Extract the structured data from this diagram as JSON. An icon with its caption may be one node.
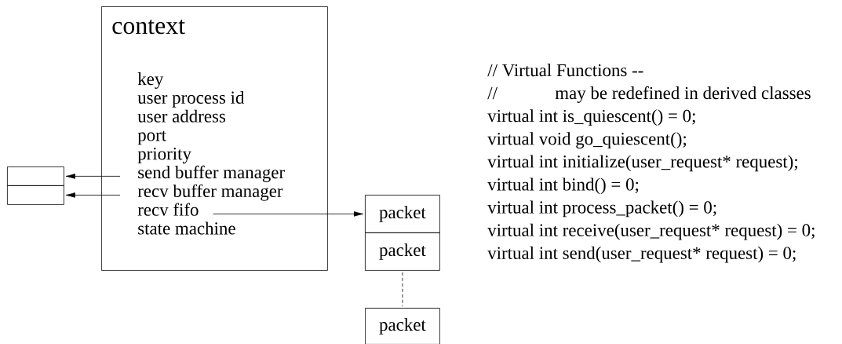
{
  "diagram": {
    "nodes": [
      {
        "text": [
          "context"
        ]
      },
      {
        "text": [
          "key"
        ],
        "in": 0
      },
      {
        "text": [
          "user process id"
        ],
        "in": 0
      },
      {
        "text": [
          "user address"
        ],
        "in": 0
      },
      {
        "text": [
          "port"
        ],
        "in": 0
      },
      {
        "text": [
          "priority"
        ],
        "in": 0
      },
      {
        "text": [
          "send buffer manager"
        ],
        "in": 0
      },
      {
        "text": [
          "recv buffer manager"
        ],
        "in": 0
      },
      {
        "text": [
          "recv fifo"
        ],
        "in": 0
      },
      {
        "text": [
          "state machine"
        ],
        "in": 0
      },
      {
        "text": [],
        "shape": "box"
      },
      {
        "text": [],
        "shape": "box"
      },
      {
        "text": [
          "packet"
        ]
      },
      {
        "text": [
          "packet"
        ]
      },
      {
        "text": [
          "packet"
        ]
      }
    ],
    "edges": [
      {
        "from": 6,
        "to": 10,
        "arrow": "to"
      },
      {
        "from": 7,
        "to": 11,
        "arrow": "to"
      },
      {
        "from": 8,
        "to": 12,
        "arrow": "to"
      },
      {
        "from": 13,
        "to": 14,
        "arrow": "none",
        "style": "dashed"
      }
    ],
    "labels": [
      "// Virtual Functions --",
      "//",
      "may be redefined in derived classes",
      "virtual int is_quiescent() = 0;",
      "virtual void go_quiescent();",
      "virtual int initialize(user_request* request);",
      "virtual int bind() = 0;",
      "virtual int process_packet() = 0;",
      "virtual int receive(user_request* request) = 0;",
      "virtual int send(user_request* request) = 0;"
    ]
  }
}
